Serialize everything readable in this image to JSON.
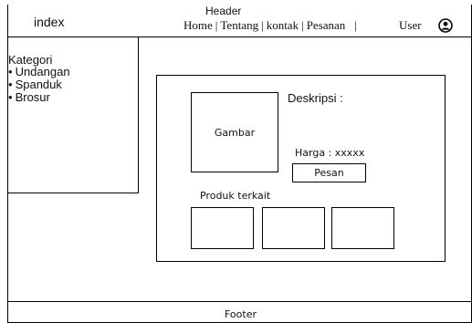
{
  "header": {
    "tag": "Header",
    "brand": "index",
    "nav": [
      "Home",
      "Tentang",
      "kontak",
      "Pesanan"
    ],
    "separator": "|",
    "user": "User",
    "user_icon": "user-circle-icon"
  },
  "sidebar": {
    "title": "Kategori",
    "items": [
      "Undangan",
      "Spanduk",
      "Brosur"
    ]
  },
  "product": {
    "image_label": "Gambar",
    "description_label": "Deskripsi :",
    "price_label": "Harga : xxxxx",
    "order_button": "Pesan",
    "related_title": "Produk terkait"
  },
  "footer": {
    "label": "Footer"
  }
}
